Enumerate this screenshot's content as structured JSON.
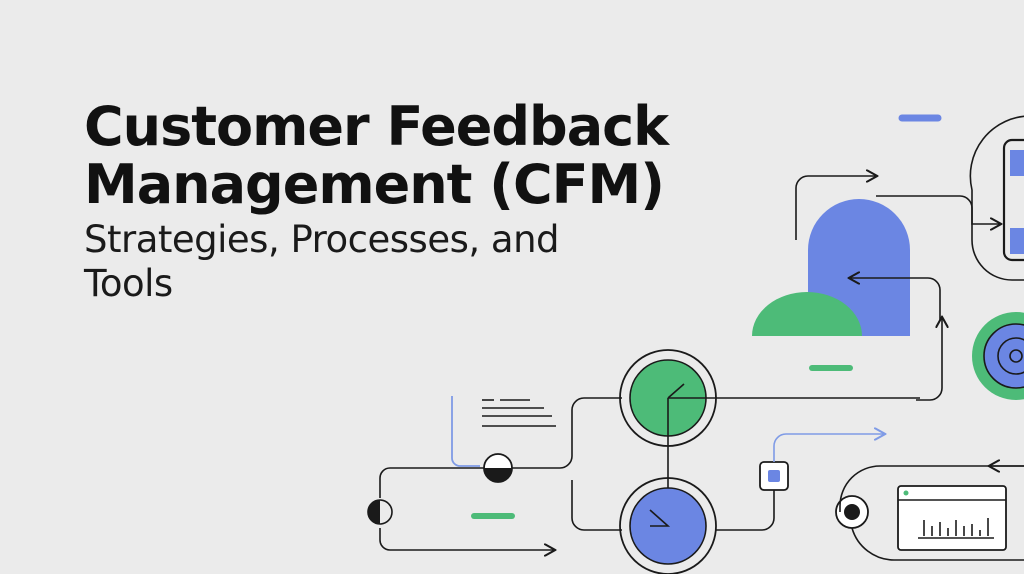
{
  "title": {
    "line1": "Customer Feedback",
    "line2": "Management (CFM)"
  },
  "subtitle": {
    "line1": "Strategies, Processes, and",
    "line2": "Tools"
  },
  "colors": {
    "background": "#ebebeb",
    "text": "#111111",
    "line": "#1a1a1a",
    "blue": "#6b86e3",
    "green": "#4dbb78",
    "light_blue_line": "#7f9be6"
  },
  "icons": [
    "arrow-icon",
    "cloud-shape-icon",
    "target-icon",
    "document-lines-icon",
    "checkmark-node-icon",
    "monitor-bar-chart-icon",
    "decorative-dash-icon"
  ]
}
